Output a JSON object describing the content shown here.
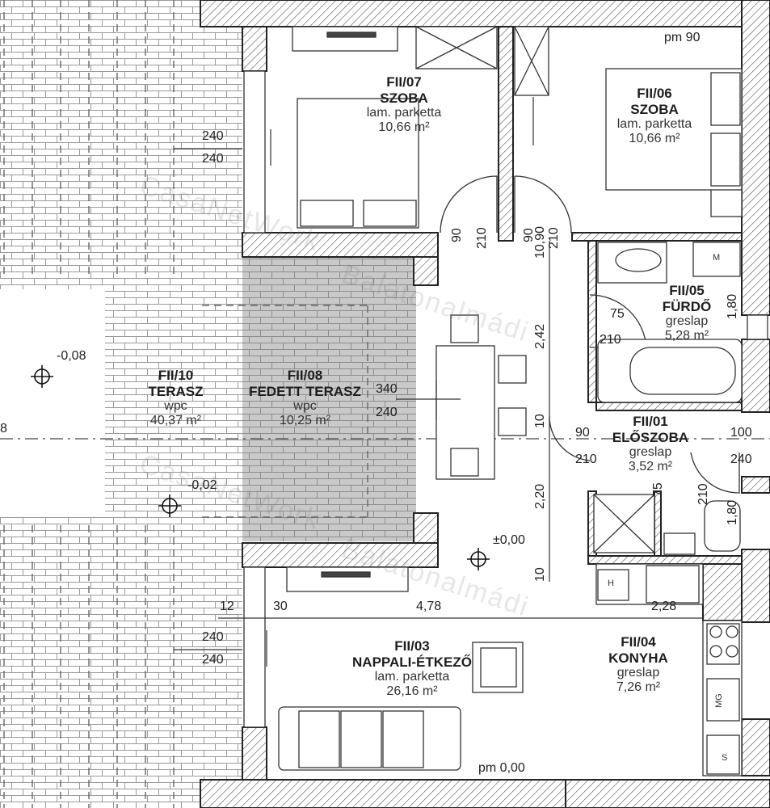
{
  "rooms": {
    "r07": {
      "id": "FII/07",
      "name": "SZOBA",
      "floor": "lam. parketta",
      "area": "10,66 m²"
    },
    "r06": {
      "id": "FII/06",
      "name": "SZOBA",
      "floor": "lam. parketta",
      "area": "10,66 m²"
    },
    "r05": {
      "id": "FII/05",
      "name": "FÜRDŐ",
      "floor": "greslap",
      "area": "5,28 m²"
    },
    "r10": {
      "id": "FII/10",
      "name": "TERASZ",
      "floor": "wpc",
      "area": "40,37 m²"
    },
    "r08": {
      "id": "FII/08",
      "name": "FEDETT TERASZ",
      "floor": "wpc",
      "area": "10,25 m²"
    },
    "r01": {
      "id": "FII/01",
      "name": "ELŐSZOBA",
      "floor": "greslap",
      "area": "3,52 m²"
    },
    "r03": {
      "id": "FII/03",
      "name": "NAPPALI-ÉTKEZŐ",
      "floor": "lam. parketta",
      "area": "26,16 m²"
    },
    "r04": {
      "id": "FII/04",
      "name": "KONYHA",
      "floor": "greslap",
      "area": "7,26 m²"
    }
  },
  "dims": {
    "pm90": "pm 90",
    "pm000": "pm 0,00",
    "w240a": "240",
    "w240b": "240",
    "w240c": "240",
    "w240d": "240",
    "d340": "340",
    "d240": "240",
    "d90a": "90",
    "d210a": "210",
    "d90b": "90",
    "d210b": "210",
    "v1090": "10,90",
    "v242": "2,42",
    "v220": "2,20",
    "v10a": "10",
    "v10b": "10",
    "d75": "75",
    "d210c": "210",
    "d90c": "90",
    "d210d": "210",
    "d100": "100",
    "d240e": "240",
    "v75": "75",
    "v210": "210",
    "v180a": "1,80",
    "v180b": "1,80",
    "d12": "12",
    "d30": "30",
    "d478": "4,78",
    "d228": "2,28",
    "eight": "8"
  },
  "levels": {
    "l1": "-0,08",
    "l2": "-0,02",
    "l3": "±0,00"
  },
  "fixtures": {
    "m": "M",
    "h": "H",
    "mg": "MG",
    "s": "S"
  },
  "watermark": {
    "w1": "CasaNetWork",
    "w2": "Balatonalmádi",
    "w3": "CasaNetWork",
    "w4": "Balatonalmádi"
  }
}
